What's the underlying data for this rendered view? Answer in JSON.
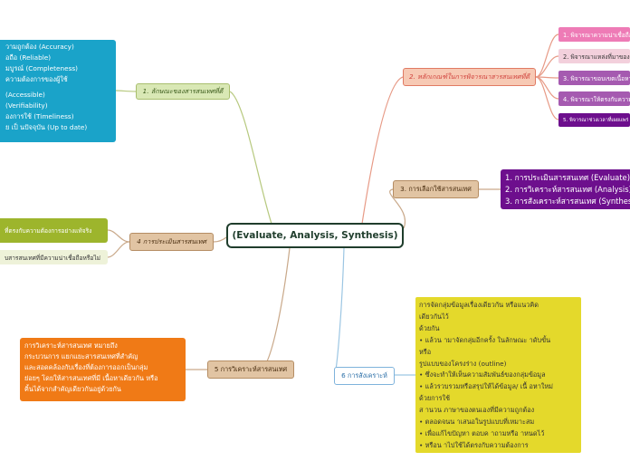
{
  "center": {
    "label": "(Evaluate, Analysis, Synthesis)"
  },
  "branches": {
    "b1": {
      "label": "1. ลักษณะของสารสนเทศที่ดี"
    },
    "b2": {
      "label": "2. หลักเกณฑ์ในการพิจารณาสารสนเทศที่ดี"
    },
    "b3": {
      "label": "3. การเลือกใช้สารสนเทศ"
    },
    "b4": {
      "label": "4 การประเมินสารสนเทศ"
    },
    "b5": {
      "label": "5 การวิเคราะห์สารสนเทศ"
    },
    "b6": {
      "label": "6 การสังเคราะห์"
    }
  },
  "leaves": {
    "qualities": {
      "lines": [
        "วามถูกต้อง (Accuracy)",
        "อถือ (Reliable)",
        "มบูรณ์ (Completeness)",
        "ความต้องการของผู้ใช้",
        "",
        "(Accessible)",
        "(Verifiability)",
        "องการใช้ (Timeliness)",
        "ย เป็ นปัจจุบัน (Up to date)"
      ]
    },
    "criteria": {
      "items": [
        "1. พิจารณาความน่าเชื่อถือ",
        "2. พิจารณาแหล่งที่มาของ",
        "3. พิจารณาขอบเขตเนื้อหา",
        "4. พิจารณาให้ตรงกับความ",
        "5. พิจารณาช่วงเวลาที่เผยแพร่"
      ]
    },
    "selection": {
      "lines": [
        "1. การประเมินสารสนเทศ (Evaluate)",
        "2. การวิเคราะห์สารสนเทศ (Analysis)",
        "3. การสังเคราะห์สารสนเทศ (Synthesis)"
      ]
    },
    "evaluation": {
      "items": [
        "ที่ตรงกับความต้องการอย่างแท้จริง",
        "บสารสนเทศที่มีความน่าเชื่อถือหรือไม่"
      ]
    },
    "analysis": {
      "lines": [
        "การวิเคราะห์สารสนเทศ หมายถึง",
        "กระบวนการ แยกแยะสารสนเทศที่สำคัญ",
        "และสอดคล้องกับเรื่องที่ต้องการออกเป็นกลุ่ม",
        "ย่อยๆ โดยให้สารสนเทศที่มี เนื้อหาเดียวกัน หรือ",
        "คิ้นได้จากสำคัญเดียวกันอยู่ด้วยกัน"
      ]
    },
    "synthesis": {
      "lines": [
        "การจัดกลุ่มข้อมูลเรื่องเดียวกัน หรือแนวคิด",
        "เดียวกันไว้",
        "ด้วยกัน",
        "• แล้วน ามาจัดกลุ่มอีกครั้ง ในลักษณะ าดับขั้น",
        "หรือ",
        "รูปแบบของโครงร่าง (outline)",
        "• ซึ่งจะทำให้เห็นความสัมพันธ์ของกลุ่มข้อมูล",
        "• แล้วรวบรวมหรือสรุปให้ได้ข้อมูล/ เนื้ อหาใหม่",
        "ด้วยการใช้",
        "ส านวน ภาษาของตนเองที่มีความถูกต้อง",
        "• ตลอดจนน าเสนอในรูปแบบที่เหมาะสม",
        "• เพื่อแก้ไขปัญหา ตอบค าถามหรือ าหนดไว้",
        "• หรือน าไปใช้ได้ตรงกับความต้องการ"
      ]
    }
  },
  "colors": {
    "center_border": "#1f3d2c",
    "olive_branch": "#d9e8b5",
    "salmon_branch": "#f7c9b4",
    "tan_branch": "#e1c4a3",
    "blue_branch": "#ffffff",
    "teal_leaf": "#1aa3c9",
    "olive_leaf": "#9db52c",
    "orange_leaf": "#f07a16",
    "yellow_leaf": "#e4d92b",
    "purple_leaf": "#6d0f8d",
    "pink_leaf": "#ee7bb6",
    "mauve_leaf": "#a55ab0"
  }
}
